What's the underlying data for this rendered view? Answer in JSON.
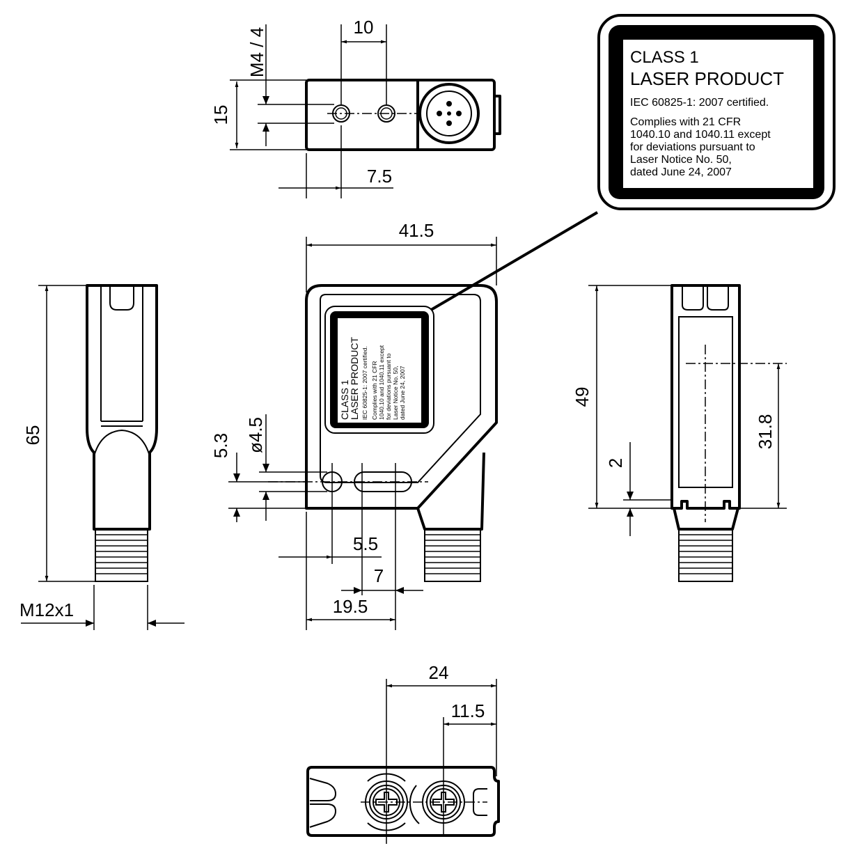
{
  "dimensions": {
    "top_hole_spacing": "10",
    "thread": "M4 / 4",
    "top_height": "15",
    "top_offset": "7.5",
    "width": "41.5",
    "height": "65",
    "connector_thread": "M12x1",
    "hole_offset": "5.3",
    "hole_diameter": "ø4.5",
    "hole_x": "5.5",
    "slot_length": "7",
    "slot_end": "19.5",
    "side_height": "49",
    "side_bottom": "2",
    "optic_height": "31.8",
    "depth": "24",
    "optic_offset": "11.5"
  },
  "label": {
    "line1": "CLASS 1",
    "line2": "LASER PRODUCT",
    "line3": "IEC 60825-1: 2007 certified.",
    "line4": "Complies with 21 CFR",
    "line5": "1040.10 and 1040.11 except",
    "line6": "for deviations pursuant to",
    "line7": "Laser Notice No. 50,",
    "line8": "dated June 24, 2007"
  }
}
